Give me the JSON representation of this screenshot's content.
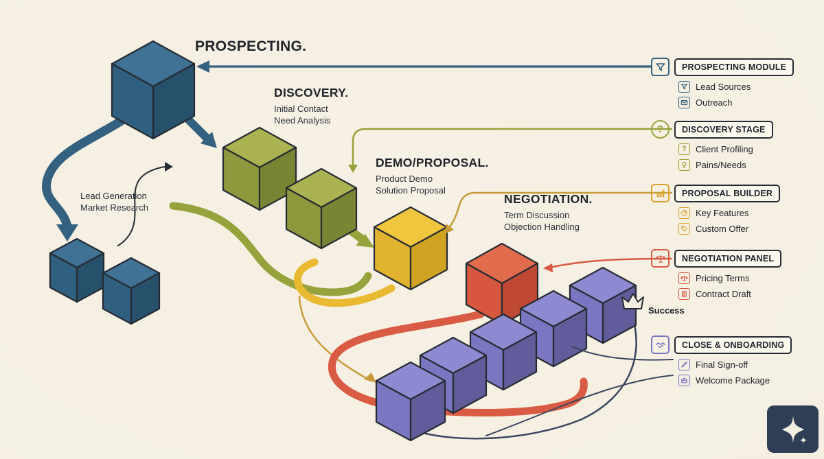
{
  "colors": {
    "background": "#f4efe1",
    "ink": "#262b33",
    "text_dark": "#20242a",
    "blue": "#33617f",
    "blue_top": "#3f7295",
    "blue_left": "#30607f",
    "blue_right": "#27506b",
    "green": "#97a23c",
    "green_top": "#abb250",
    "green_left": "#8e983c",
    "green_right": "#798533",
    "yellow": "#e8b931",
    "yellow_top": "#f1c63f",
    "yellow_left": "#e2b32e",
    "yellow_right": "#d0a323",
    "red": "#d95b43",
    "red_top": "#e16b4d",
    "red_left": "#d6573e",
    "red_right": "#bf4933",
    "purple": "#7a76c2",
    "purple_top": "#8e8ad1",
    "purple_left": "#7a76c2",
    "purple_right": "#615d9a",
    "navy": "#3a4660",
    "mustard": "#c79a3a",
    "legend_box_bg": "#fbf8ee",
    "logo_bg": "#2d3e55",
    "logo_star": "#f2eee0"
  },
  "glyphs": {
    "question": "?"
  },
  "stages": {
    "prospecting": {
      "title": "PROSPECTING."
    },
    "discovery": {
      "title": "DISCOVERY.",
      "sub1": "Initial Contact",
      "sub2": "Need Analysis"
    },
    "demo": {
      "title": "DEMO/PROPOSAL.",
      "sub1": "Product Demo",
      "sub2": "Solution Proposal"
    },
    "negotiation": {
      "title": "NEGOTIATION.",
      "sub1": "Term Discussion",
      "sub2": "Objection Handling"
    },
    "research": {
      "line1": "Lead Generation",
      "line2": "Market Research"
    },
    "success": {
      "label": "Success",
      "icon": "crown-icon"
    }
  },
  "legend": [
    {
      "title": "PROSPECTING MODULE",
      "icon": "funnel-icon",
      "color": "#33617f",
      "items": [
        {
          "label": "Lead Sources",
          "icon": "funnel-icon"
        },
        {
          "label": "Outreach",
          "icon": "envelope-icon"
        }
      ]
    },
    {
      "title": "DISCOVERY STAGE",
      "icon": "question-icon",
      "color": "#97a23c",
      "items": [
        {
          "label": "Client Profiling",
          "icon": "question-icon"
        },
        {
          "label": "Pains/Needs",
          "icon": "lightbulb-icon"
        }
      ]
    },
    {
      "title": "PROPOSAL BUILDER",
      "icon": "bar-chart-icon",
      "color": "#dca12f",
      "items": [
        {
          "label": "Key Features",
          "icon": "pie-chart-icon"
        },
        {
          "label": "Custom Offer",
          "icon": "offer-tag-icon"
        }
      ]
    },
    {
      "title": "NEGOTIATION PANEL",
      "icon": "scales-icon",
      "color": "#d95b43",
      "items": [
        {
          "label": "Pricing Terms",
          "icon": "scales-icon"
        },
        {
          "label": "Contract Draft",
          "icon": "document-icon"
        }
      ]
    },
    {
      "title": "CLOSE & ONBOARDING",
      "icon": "handshake-icon",
      "color": "#7a76c2",
      "items": [
        {
          "label": "Final Sign-off",
          "icon": "pen-icon"
        },
        {
          "label": "Welcome Package",
          "icon": "package-icon"
        }
      ]
    }
  ]
}
